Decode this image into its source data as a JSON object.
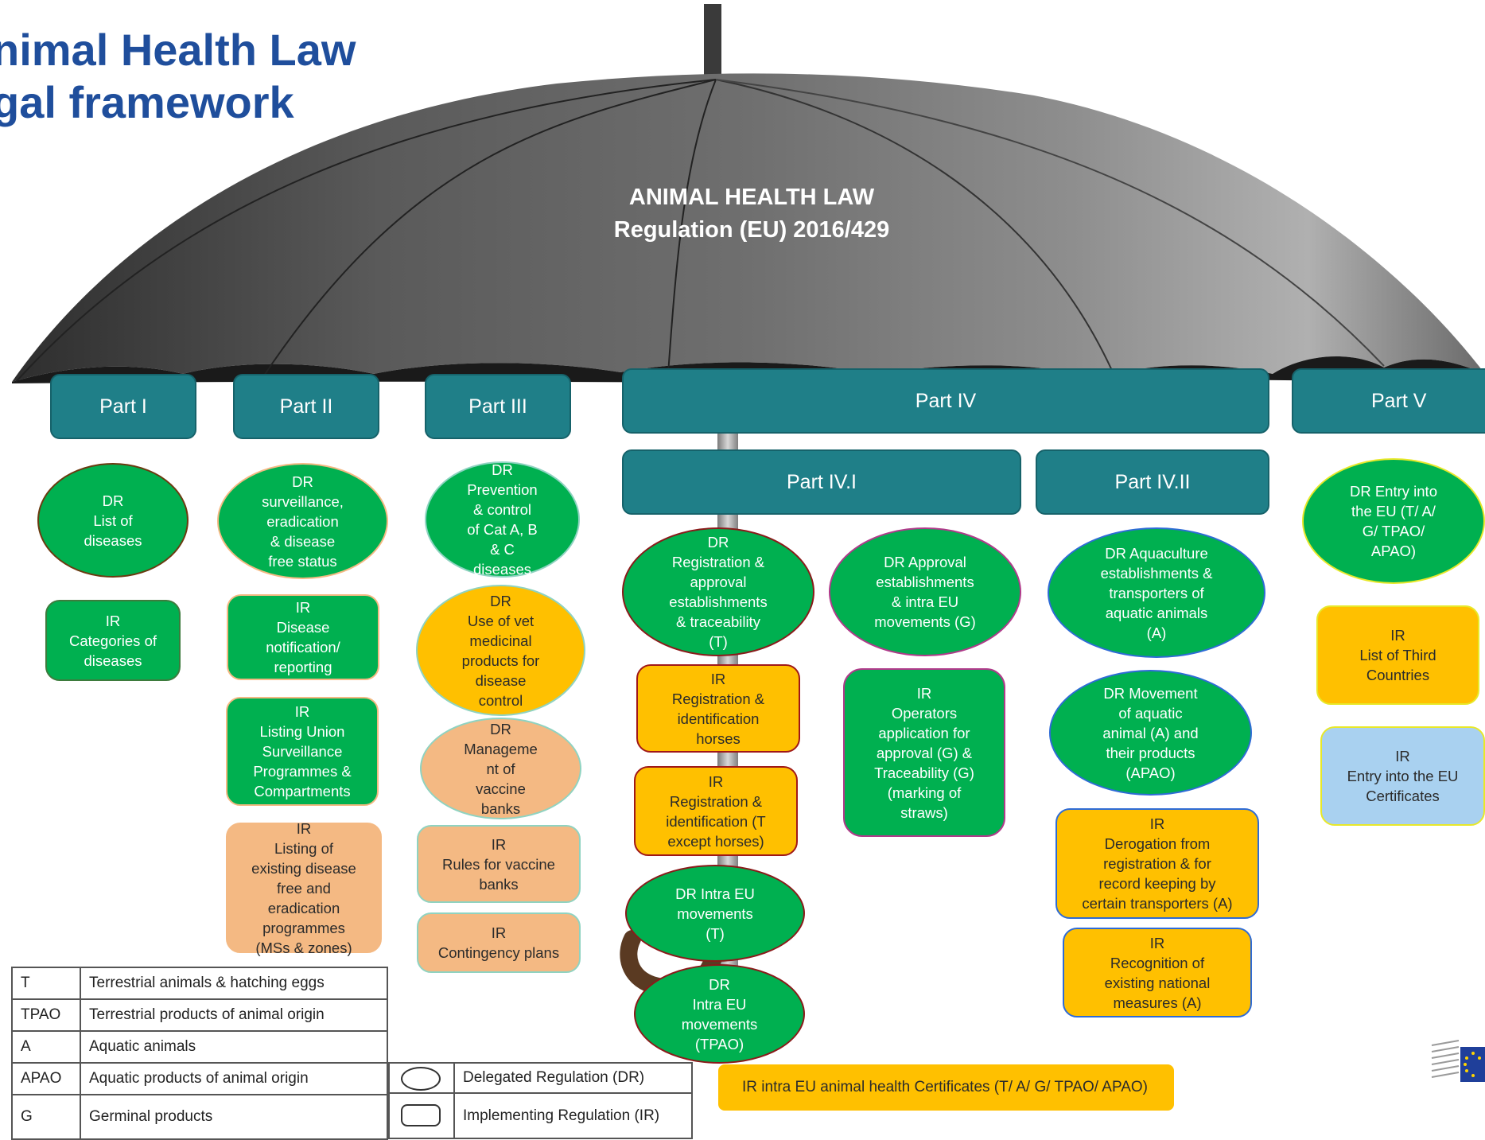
{
  "title": "nimal Health Law\ngal framework",
  "umbrella": {
    "line1": "ANIMAL HEALTH LAW",
    "line2": "Regulation (EU) 2016/429"
  },
  "parts": {
    "p1": "Part I",
    "p2": "Part II",
    "p3": "Part III",
    "p4": "Part IV",
    "p4_1": "Part IV.I",
    "p4_2": "Part IV.II",
    "p5": "Part V"
  },
  "nodes": {
    "p1_dr": "DR\nList of\ndiseases",
    "p1_ir": "IR\nCategories of\ndiseases",
    "p2_dr": "DR\nsurveillance,\neradication\n& disease\nfree status",
    "p2_ir1": "IR\nDisease\nnotification/\nreporting",
    "p2_ir2": "IR\nListing Union\nSurveillance\nProgrammes &\nCompartments",
    "p2_ir3": "IR\nListing of\nexisting disease\nfree and\neradication\nprogrammes\n(MSs & zones)",
    "p3_dr1": "DR\nPrevention\n& control\nof Cat A, B\n& C\ndiseases",
    "p3_dr2": "DR\nUse of vet\nmedicinal\nproducts for\ndisease\ncontrol",
    "p3_dr3": "DR\nManageme\nnt of\nvaccine\nbanks",
    "p3_ir1": "IR\nRules for vaccine\nbanks",
    "p3_ir2": "IR\nContingency plans",
    "p41_dr1": "DR\nRegistration &\napproval\nestablishments\n& traceability\n(T)",
    "p41_ir1": "IR\nRegistration &\nidentification\nhorses",
    "p41_ir2": "IR\nRegistration &\nidentification (T\nexcept horses)",
    "p41_dr2": "DR Intra EU\nmovements\n(T)",
    "p41_dr3": "DR\nIntra EU\nmovements\n(TPAO)",
    "p41_dr4": "DR Approval\nestablishments\n& intra EU\nmovements (G)",
    "p41_ir3": "IR\nOperators\napplication for\napproval (G) &\nTraceability (G)\n(marking of\nstraws)",
    "p42_dr1": "DR Aquaculture\nestablishments &\ntransporters of\naquatic animals\n(A)",
    "p42_dr2": "DR Movement\nof aquatic\nanimal (A) and\ntheir products\n(APAO)",
    "p42_ir1": "IR\nDerogation from\nregistration & for\nrecord keeping by\ncertain transporters (A)",
    "p42_ir2": "IR\nRecognition of\nexisting national\nmeasures (A)",
    "p5_dr": "DR Entry into\nthe EU (T/ A/\nG/ TPAO/\nAPAO)",
    "p5_ir1": "IR\nList of Third\nCountries",
    "p5_ir2": "IR\nEntry into the EU\nCertificates"
  },
  "certificates": "IR intra EU animal health Certificates (T/ A/ G/ TPAO/ APAO)",
  "legend": {
    "abbreviations": [
      {
        "code": "T",
        "desc": "Terrestrial animals & hatching eggs"
      },
      {
        "code": "TPAO",
        "desc": "Terrestrial products of animal origin"
      },
      {
        "code": "A",
        "desc": "Aquatic animals"
      },
      {
        "code": "APAO",
        "desc": "Aquatic products of animal origin"
      },
      {
        "code": "G",
        "desc": "Germinal products"
      }
    ],
    "shapes": {
      "dr": "Delegated Regulation (DR)",
      "ir": "Implementing Regulation (IR)"
    }
  },
  "colors": {
    "part": "#1f7f88",
    "title": "#1f4e9c",
    "green": "#00b050",
    "yellow": "#ffc000",
    "peach": "#f4b983",
    "blue": "#a9d1f0"
  }
}
